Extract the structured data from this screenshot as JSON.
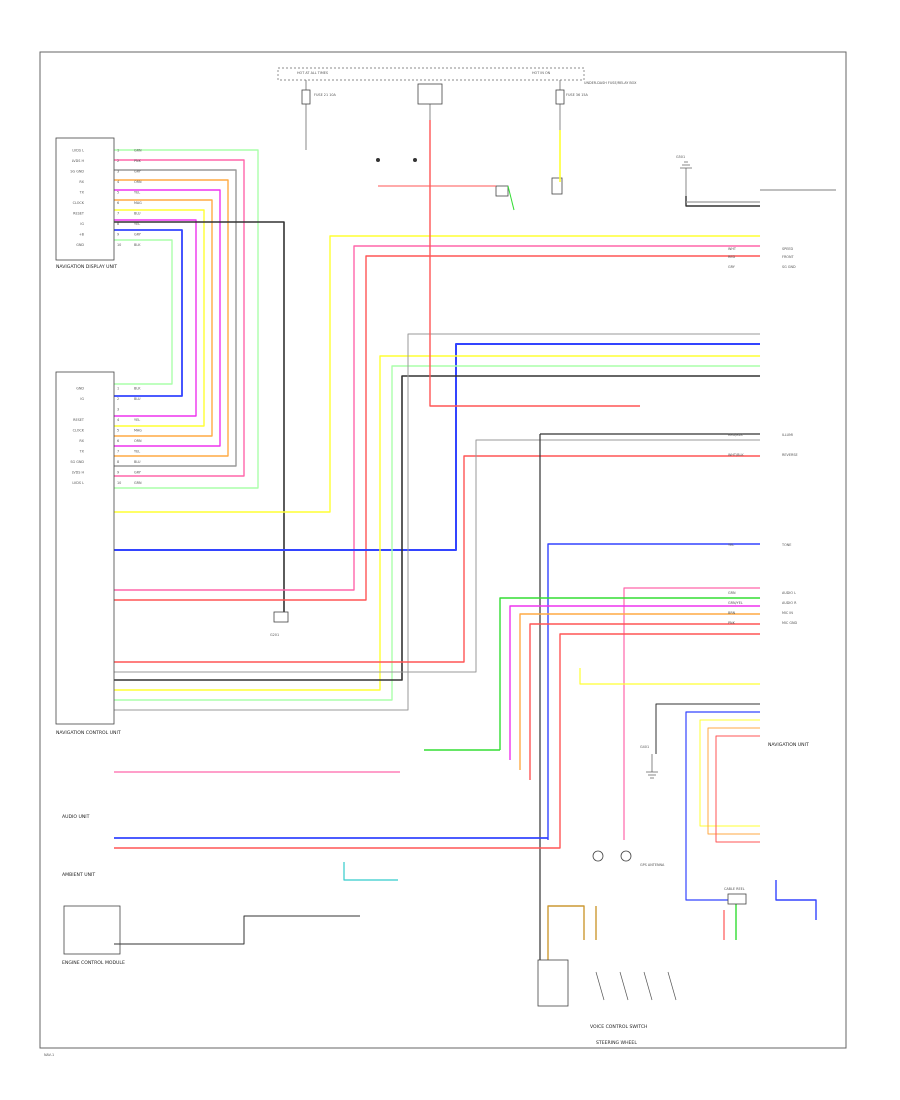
{
  "colors": {
    "green": "#33dd33",
    "pink": "#ff66aa",
    "gray": "#999999",
    "orange": "#ffaa44",
    "yellow": "#ffff33",
    "magenta": "#ee33ee",
    "blue": "#3344ff",
    "red": "#ff5555",
    "black": "#333333",
    "cyan": "#33cccc",
    "brown": "#cc9933",
    "lightgreen": "#aaffaa"
  },
  "labels": {
    "hot_at_all_times": "HOT AT ALL TIMES",
    "hot_in_on": "HOT IN ON",
    "fuse_a": "FUSE 21 10A",
    "fuse_b": "FUSE 36 15A",
    "ground_left": "G401",
    "ground_right": "G501",
    "splice_ground": "G201",
    "underdash": "UNDER-DASH FUSE/RELAY BOX",
    "navigation_display": "NAVIGATION DISPLAY UNIT",
    "navigation_control": "NAVIGATION CONTROL UNIT",
    "navigation_unit": "NAVIGATION UNIT",
    "audio_unit": "AUDIO UNIT",
    "ambient_unit": "AMBIENT UNIT",
    "engine_control": "ENGINE CONTROL MODULE",
    "voice_control": "VOICE CONTROL SWITCH",
    "steering_wheel": "STEERING WHEEL",
    "cable_reel": "CABLE REEL",
    "gps_antenna": "GPS ANTENNA",
    "footer_code": "NAV-1"
  },
  "display_pins": [
    {
      "name": "LVDS L",
      "num": "1",
      "color": "GRN"
    },
    {
      "name": "LVDS H",
      "num": "2",
      "color": "PNK"
    },
    {
      "name": "SG GND",
      "num": "3",
      "color": "GRY"
    },
    {
      "name": "RX",
      "num": "4",
      "color": "ORN"
    },
    {
      "name": "TX",
      "num": "5",
      "color": "YEL"
    },
    {
      "name": "CLOCK",
      "num": "6",
      "color": "MAG"
    },
    {
      "name": "RESET",
      "num": "7",
      "color": "BLU"
    },
    {
      "name": "IG",
      "num": "8",
      "color": "YEL"
    },
    {
      "name": "+B",
      "num": "9",
      "color": "GRY"
    },
    {
      "name": "GND",
      "num": "10",
      "color": "BLK"
    }
  ],
  "control_pins": [
    {
      "name": "GND",
      "num": "1",
      "color": "BLK"
    },
    {
      "name": "IG",
      "num": "2",
      "color": "BLU"
    },
    {
      "name": "",
      "num": "3",
      "color": ""
    },
    {
      "name": "RESET",
      "num": "4",
      "color": "YEL"
    },
    {
      "name": "CLOCK",
      "num": "5",
      "color": "MAG"
    },
    {
      "name": "RX",
      "num": "6",
      "color": "ORN"
    },
    {
      "name": "TX",
      "num": "7",
      "color": "YEL"
    },
    {
      "name": "SG GND",
      "num": "8",
      "color": "BLU"
    },
    {
      "name": "LVDS H",
      "num": "9",
      "color": "GRY"
    },
    {
      "name": "LVDS L",
      "num": "10",
      "color": "GRN"
    }
  ],
  "right_groups": [
    {
      "label": "SPEED",
      "wire": "WHT"
    },
    {
      "label": "FRONT",
      "wire": "RED"
    },
    {
      "label": "SG GND",
      "wire": "GRY"
    },
    {
      "label": "ILLUMI",
      "wire": "RED/BLK"
    },
    {
      "label": "REVERSE",
      "wire": "WHT/BLK"
    },
    {
      "label": "TONE",
      "wire": "YEL"
    },
    {
      "label": "AUDIO L",
      "wire": "GRN"
    },
    {
      "label": "AUDIO R",
      "wire": "GRN/YEL"
    },
    {
      "label": "MIC IN",
      "wire": "BRN"
    },
    {
      "label": "MIC GND",
      "wire": "PNK"
    }
  ]
}
